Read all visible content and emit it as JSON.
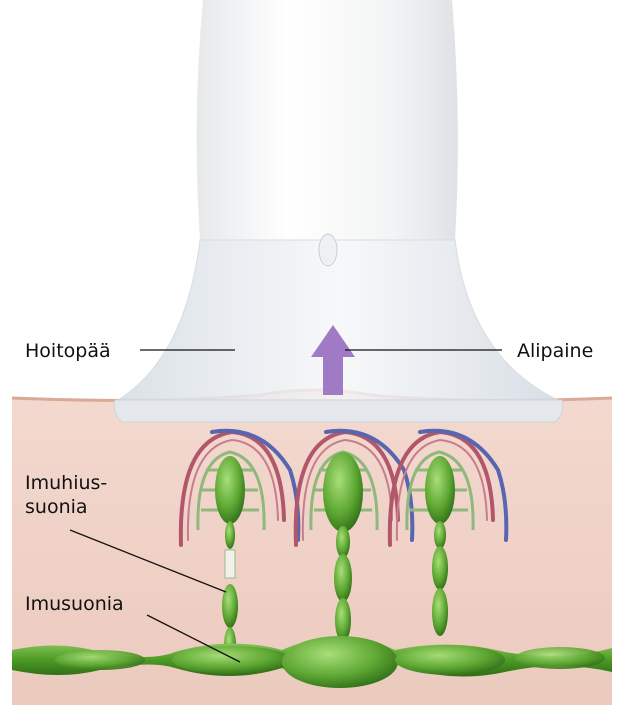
{
  "labels": {
    "treatment_head": "Hoitopää",
    "negative_pressure": "Alipaine",
    "lymph_capillaries_line1": "Imuhius-",
    "lymph_capillaries_line2": "suonia",
    "lymph_vessels": "Imusuonia"
  },
  "colors": {
    "skin": "#f1d2c8",
    "vessel_green": "#4f9a2a",
    "arrow_purple": "#a07ac4",
    "artery_red": "#b2566b",
    "vein_blue": "#5866b0"
  },
  "icons": {
    "arrow": "up-arrow-icon"
  }
}
